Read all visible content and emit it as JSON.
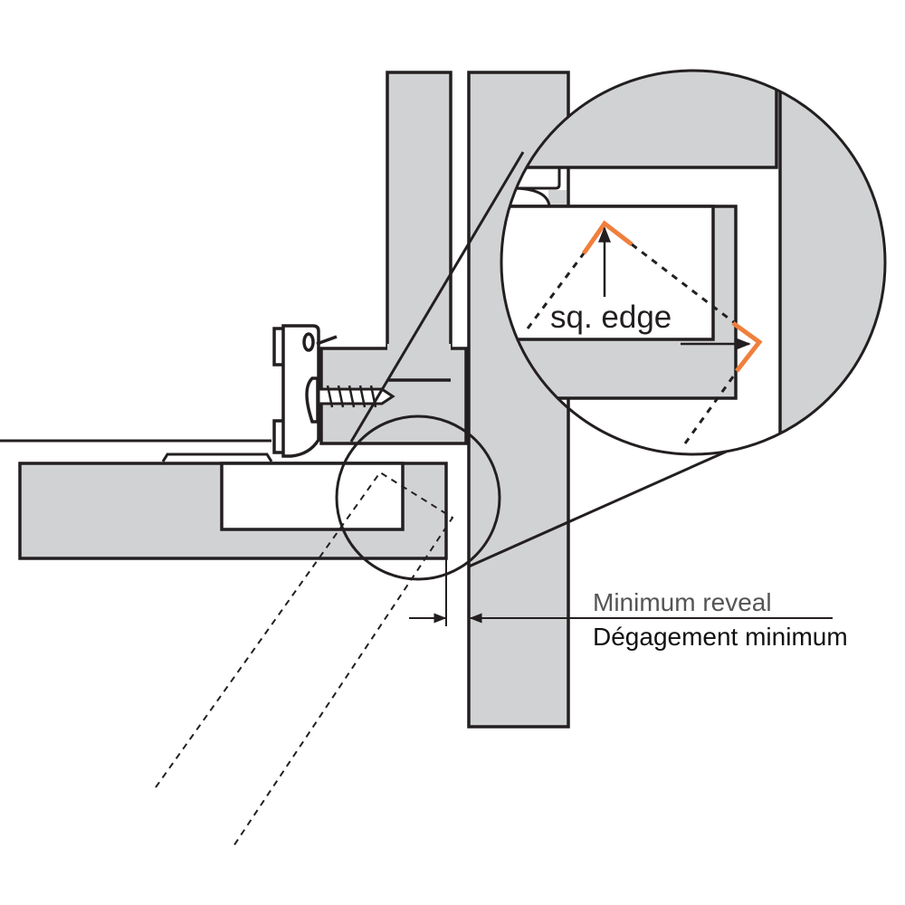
{
  "labels": {
    "detail_label": "sq. edge",
    "reveal_en": "Minimum reveal",
    "reveal_fr": "Dégagement minimum"
  },
  "colors": {
    "panel_fill": "#d1d2d4",
    "line": "#231f20",
    "accent": "#f07f3c",
    "reveal_en_text": "#555555"
  }
}
